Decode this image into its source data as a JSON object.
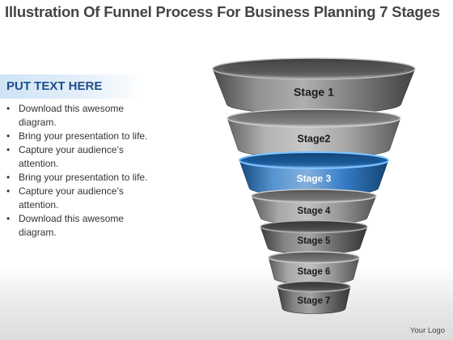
{
  "title": "Illustration Of Funnel Process For Business Planning 7 Stages",
  "text_panel": {
    "heading": "PUT TEXT HERE",
    "bullets": [
      "Download this awesome diagram.",
      "Bring your presentation to life.",
      "Capture your audience’s attention.",
      "Bring your presentation to life.",
      "Capture your audience’s attention.",
      "Download this awesome diagram."
    ]
  },
  "funnel": {
    "stages": [
      {
        "label": "Stage 1",
        "color": "#6e6e6e",
        "highlight": false
      },
      {
        "label": "Stage2",
        "color": "#9a9a9a",
        "highlight": false
      },
      {
        "label": "Stage 3",
        "color": "#1e6fc0",
        "highlight": true
      },
      {
        "label": "Stage 4",
        "color": "#8c8c8c",
        "highlight": false
      },
      {
        "label": "Stage 5",
        "color": "#5a5a5a",
        "highlight": false
      },
      {
        "label": "Stage 6",
        "color": "#8c8c8c",
        "highlight": false
      },
      {
        "label": "Stage 7",
        "color": "#5a5a5a",
        "highlight": false
      }
    ]
  },
  "footer": {
    "logo_text": "Your Logo"
  }
}
